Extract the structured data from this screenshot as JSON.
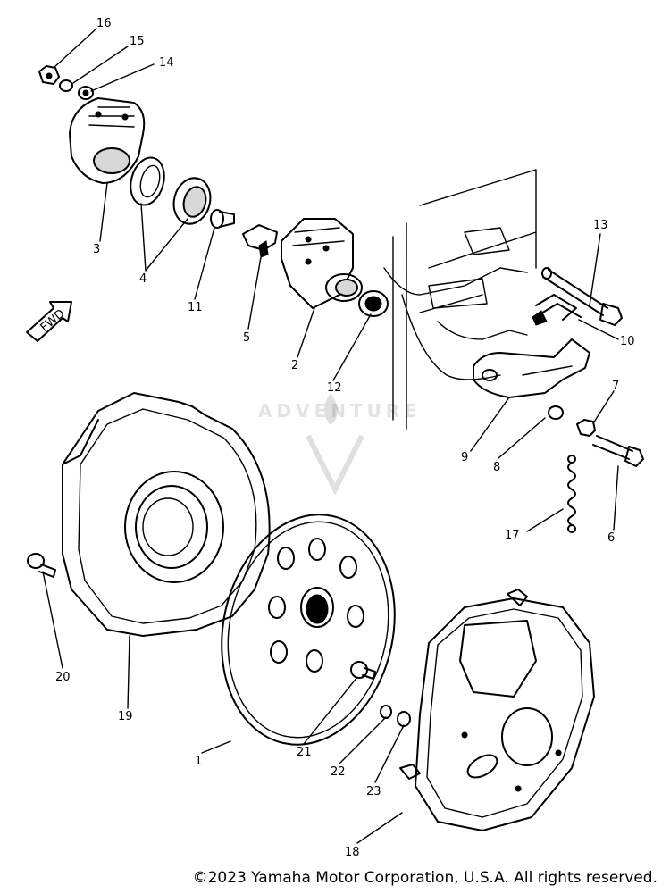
{
  "diagram": {
    "part_numbers": [
      "1",
      "2",
      "3",
      "4",
      "5",
      "6",
      "7",
      "8",
      "9",
      "10",
      "11",
      "12",
      "13",
      "14",
      "15",
      "16",
      "17",
      "18",
      "19",
      "20",
      "21",
      "22",
      "23"
    ],
    "direction_marker": "FWD"
  },
  "watermark": {
    "text": "ADVENTURE"
  },
  "footer": {
    "copyright": "©2023 Yamaha Motor Corporation, U.S.A. All rights reserved."
  }
}
